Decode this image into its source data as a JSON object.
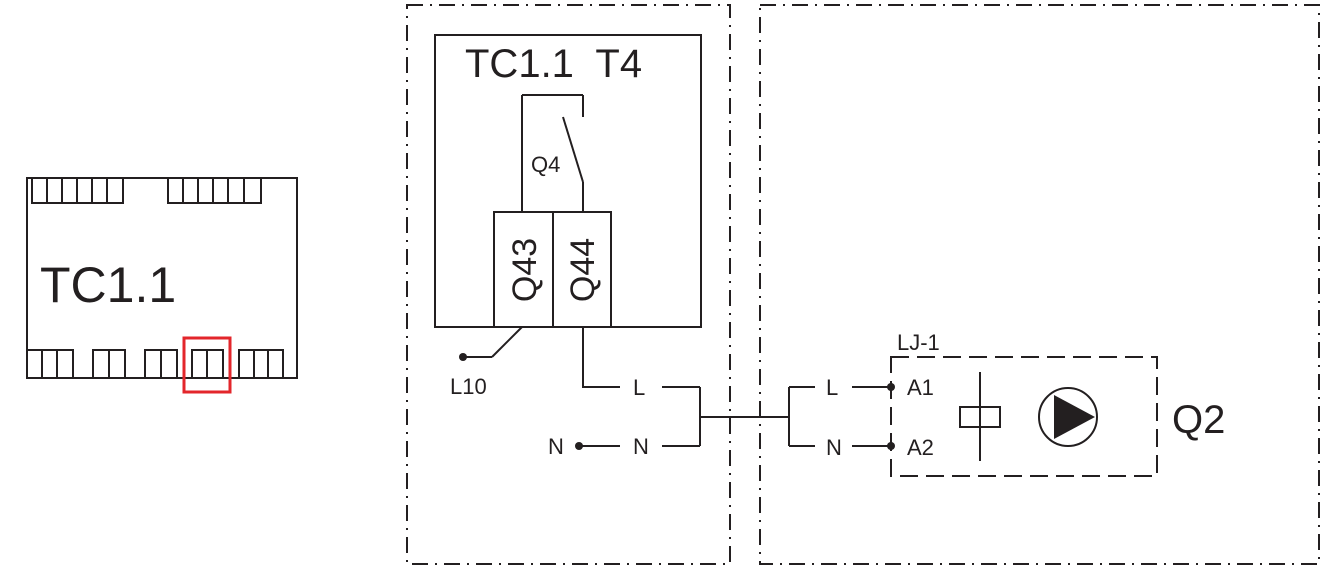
{
  "module": {
    "label": "TC1.1"
  },
  "controller": {
    "title": "TC1.1  T4",
    "relay_label": "Q4",
    "terminal_left": "Q43",
    "terminal_right": "Q44",
    "l10_label": "L10",
    "line_label": "L",
    "neutral_label": "N",
    "neutral_source_label": "N"
  },
  "load": {
    "connection_label": "LJ-1",
    "line_label": "L",
    "neutral_label": "N",
    "terminal_a1": "A1",
    "terminal_a2": "A2",
    "device_label": "Q2",
    "pump_icon": "pump-icon",
    "coil_icon": "relay-coil-icon"
  },
  "colors": {
    "line": "#231f20",
    "highlight": "#e3262b"
  }
}
